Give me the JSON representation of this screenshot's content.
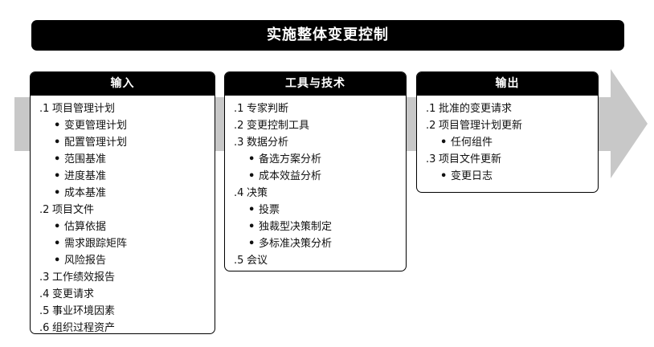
{
  "title": "实施整体变更控制",
  "inputs": {
    "header": "输入",
    "lines": [
      {
        "num": ".1",
        "text": "项目管理计划"
      },
      {
        "bullet": "•",
        "text": "变更管理计划"
      },
      {
        "bullet": "•",
        "text": "配置管理计划"
      },
      {
        "bullet": "•",
        "text": "范围基准"
      },
      {
        "bullet": "•",
        "text": "进度基准"
      },
      {
        "bullet": "•",
        "text": "成本基准"
      },
      {
        "num": ".2",
        "text": "项目文件"
      },
      {
        "bullet": "•",
        "text": "估算依据"
      },
      {
        "bullet": "•",
        "text": "需求跟踪矩阵"
      },
      {
        "bullet": "•",
        "text": "风险报告"
      },
      {
        "num": ".3",
        "text": "工作绩效报告"
      },
      {
        "num": ".4",
        "text": "变更请求"
      },
      {
        "num": ".5",
        "text": "事业环境因素"
      },
      {
        "num": ".6",
        "text": "组织过程资产"
      }
    ]
  },
  "tools": {
    "header": "工具与技术",
    "lines": [
      {
        "num": ".1",
        "text": "专家判断"
      },
      {
        "num": ".2",
        "text": "变更控制工具"
      },
      {
        "num": ".3",
        "text": "数据分析"
      },
      {
        "bullet": "•",
        "text": "备选方案分析"
      },
      {
        "bullet": "•",
        "text": "成本效益分析"
      },
      {
        "num": ".4",
        "text": "决策"
      },
      {
        "bullet": "•",
        "text": "投票"
      },
      {
        "bullet": "•",
        "text": "独裁型决策制定"
      },
      {
        "bullet": "•",
        "text": "多标准决策分析"
      },
      {
        "num": ".5",
        "text": "会议"
      }
    ]
  },
  "outputs": {
    "header": "输出",
    "lines": [
      {
        "num": ".1",
        "text": "批准的变更请求"
      },
      {
        "num": ".2",
        "text": "项目管理计划更新"
      },
      {
        "bullet": "•",
        "text": "任何组件"
      },
      {
        "num": ".3",
        "text": "项目文件更新"
      },
      {
        "bullet": "•",
        "text": "变更日志"
      }
    ]
  },
  "colors": {
    "arrow": "#c8c8c8",
    "header_bg": "#000000",
    "border": "#000000"
  }
}
